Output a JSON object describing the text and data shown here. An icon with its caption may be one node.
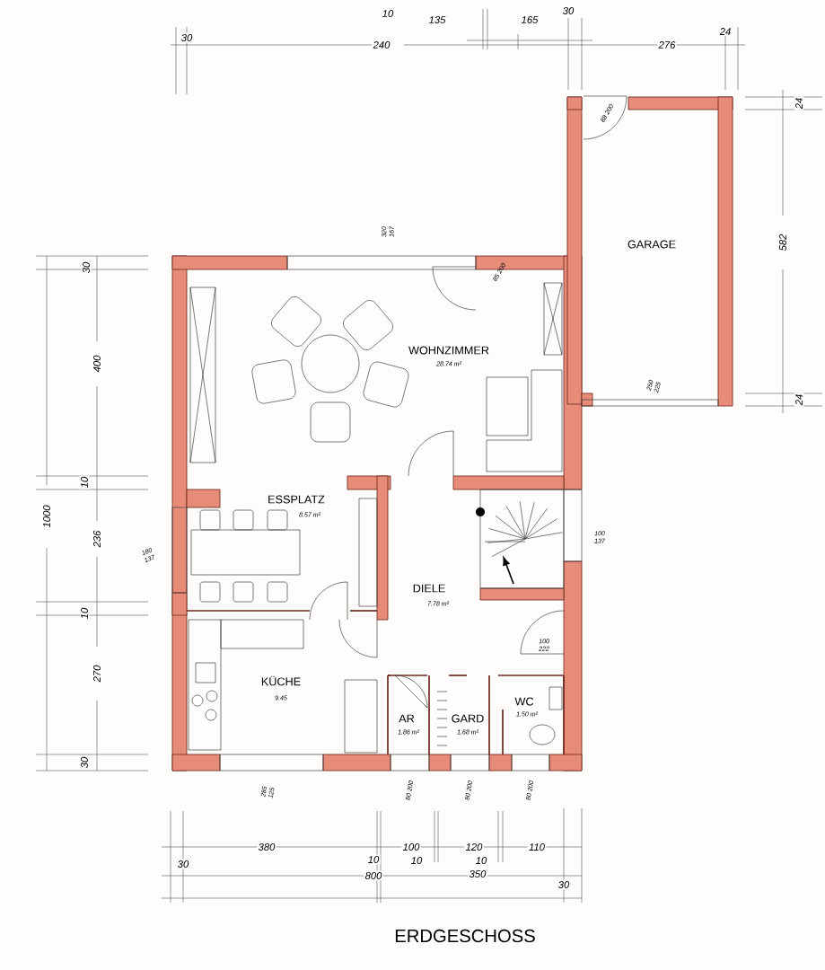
{
  "diagram": {
    "title": "ERDGESCHOSS",
    "labels": [
      "30",
      "10",
      "135",
      "165",
      "30",
      "240",
      "276",
      "24",
      "582",
      "24",
      "24",
      "320 167",
      "85 200",
      "GARAGE",
      "88 200",
      "WOHNZIMMER",
      "28.74 m²",
      "250 225",
      "30",
      "400",
      "10",
      "236",
      "10",
      "270",
      "30",
      "1000",
      "ESSPLATZ",
      "8.57 m²",
      "180 137",
      "100 137",
      "DIELE",
      "7.78 m²",
      "100 222",
      "KÜCHE",
      "9.45",
      "AR",
      "1.86 m²",
      "GARD",
      "1.68 m²",
      "WC",
      "1.50 m²",
      "285 125",
      "80 200",
      "80 200",
      "80 200",
      "30",
      "380",
      "100",
      "10",
      "120",
      "10",
      "110",
      "10",
      "800",
      "350",
      "30"
    ]
  }
}
